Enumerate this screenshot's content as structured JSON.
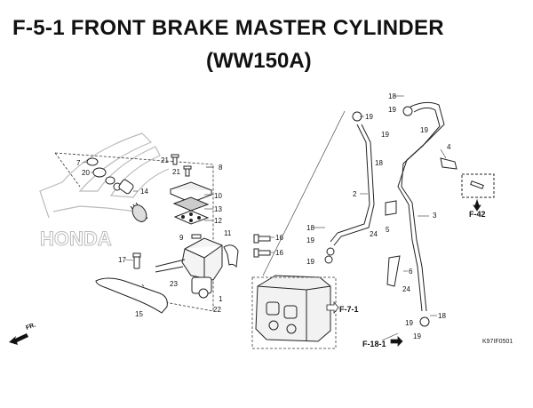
{
  "title": "F-5-1  FRONT BRAKE MASTER CYLINDER",
  "subtitle": "(WW150A)",
  "ref_code": "K97IF0501",
  "watermark": "HONDA",
  "labels": {
    "p1": "1",
    "p2": "2",
    "p3": "3",
    "p4": "4",
    "p5": "5",
    "p6": "6",
    "p7": "7",
    "p8": "8",
    "p9": "9",
    "p10": "10",
    "p11": "11",
    "p12": "12",
    "p13": "13",
    "p14": "14",
    "p15": "15",
    "p16a": "16",
    "p16b": "16",
    "p17": "17",
    "p18a": "18",
    "p18b": "18",
    "p18c": "18",
    "p18d": "18",
    "p19a": "19",
    "p19b": "19",
    "p19c": "19",
    "p19d": "19",
    "p19e": "19",
    "p19f": "19",
    "p19g": "19",
    "p19h": "19",
    "p20": "20",
    "p21a": "21",
    "p21b": "21",
    "p22": "22",
    "p23": "23",
    "p24a": "24",
    "p24b": "24"
  },
  "refs": {
    "f42": "F-42",
    "f71": "F-7-1",
    "f181": "F-18-1",
    "fr": "FR."
  }
}
